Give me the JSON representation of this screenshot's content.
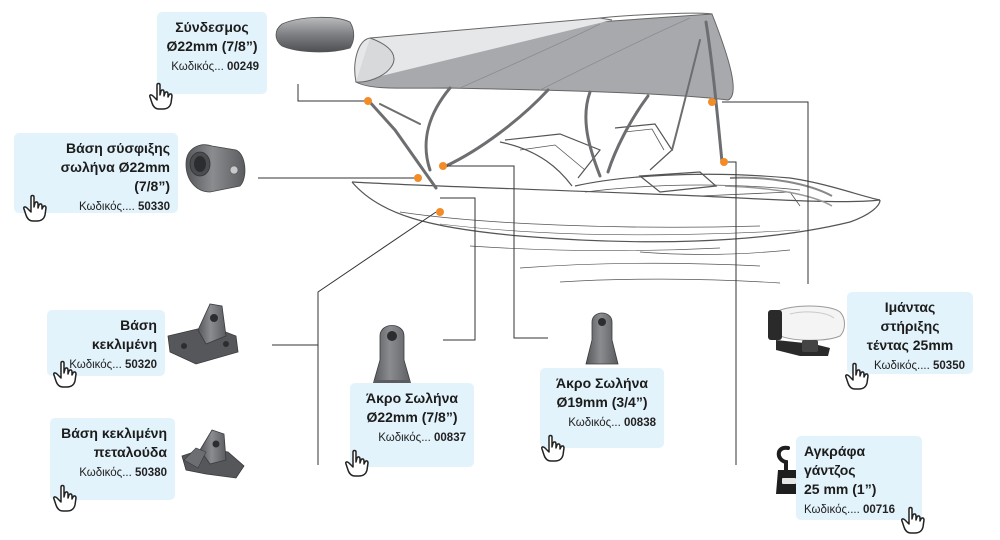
{
  "colors": {
    "label_bg": "#e3f3fb",
    "callout_dot": "#f28c28",
    "line": "#333333",
    "canopy": "#a7a9ac",
    "part": "#6d6e71"
  },
  "parts": [
    {
      "id": "connector",
      "title": "Σύνδεσμος\nØ22mm (7/8”)",
      "code_prefix": "Κωδικός...",
      "code": "00249",
      "icon": "tube-connector-icon"
    },
    {
      "id": "clamp",
      "title": "Βάση σύσφιξης\nσωλήνα Ø22mm (7/8”)",
      "code_prefix": "Κωδικός....",
      "code": "50330",
      "icon": "pipe-clamp-icon"
    },
    {
      "id": "deck-hinge",
      "title": "Βάση κεκλιμένη",
      "code_prefix": "Κωδικός...",
      "code": "50320",
      "icon": "deck-hinge-icon"
    },
    {
      "id": "butterfly-hinge",
      "title": "Βάση κεκλιμένη\nπεταλούδα",
      "code_prefix": "Κωδικός...",
      "code": "50380",
      "icon": "butterfly-hinge-icon"
    },
    {
      "id": "end-cap-22",
      "title": "Άκρο Σωλήνα\nØ22mm (7/8”)",
      "code_prefix": "Κωδικός...",
      "code": "00837",
      "icon": "end-cap-icon"
    },
    {
      "id": "end-cap-19",
      "title": "Άκρο Σωλήνα\nØ19mm (3/4”)",
      "code_prefix": "Κωδικός...",
      "code": "00838",
      "icon": "end-cap-icon"
    },
    {
      "id": "strap",
      "title": "Ιμάντας στήριξης\nτέντας 25mm",
      "code_prefix": "Κωδικός....",
      "code": "50350",
      "icon": "support-strap-icon"
    },
    {
      "id": "hook-clip",
      "title": "Αγκράφα γάντζος\n25 mm (1”)",
      "code_prefix": "Κωδικός....",
      "code": "00716",
      "icon": "hook-clip-icon"
    }
  ]
}
